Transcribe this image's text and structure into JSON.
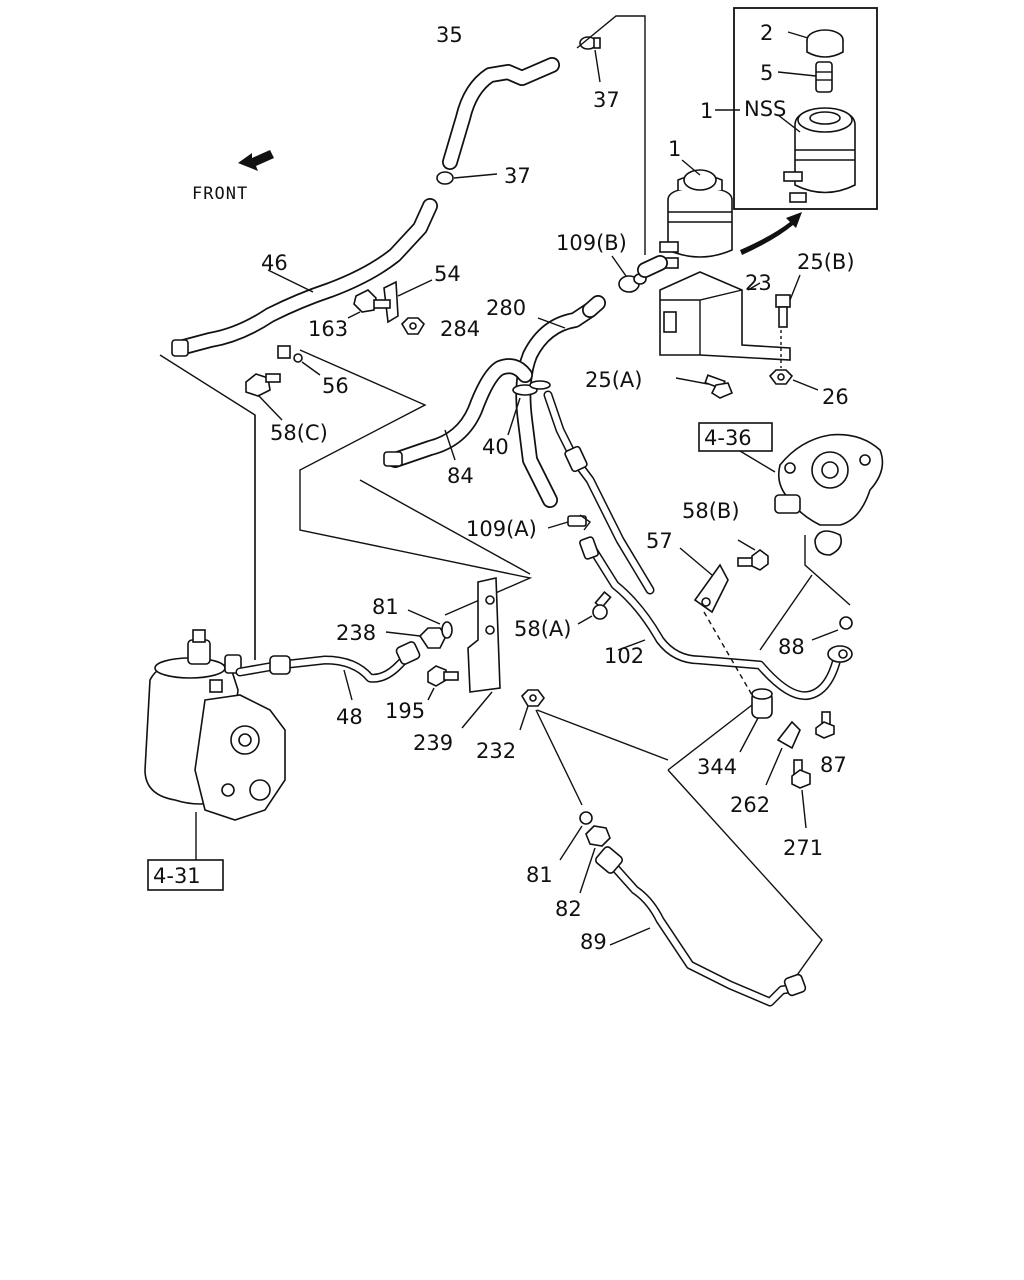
{
  "direction": {
    "text": "FRONT",
    "icon": "arrow-front-icon"
  },
  "inset": {
    "label": "NSS",
    "marker": "1"
  },
  "references": [
    {
      "id": "ref-4-36",
      "text": "4-36"
    },
    {
      "id": "ref-4-31",
      "text": "4-31"
    }
  ],
  "callouts": [
    {
      "id": "c35",
      "text": "35"
    },
    {
      "id": "c37a",
      "text": "37"
    },
    {
      "id": "c37b",
      "text": "37"
    },
    {
      "id": "c2",
      "text": "2"
    },
    {
      "id": "c5",
      "text": "5"
    },
    {
      "id": "c1",
      "text": "1"
    },
    {
      "id": "c109b",
      "text": "109(B)"
    },
    {
      "id": "c25b",
      "text": "25(B)"
    },
    {
      "id": "c23",
      "text": "23"
    },
    {
      "id": "c46",
      "text": "46"
    },
    {
      "id": "c54",
      "text": "54"
    },
    {
      "id": "c163",
      "text": "163"
    },
    {
      "id": "c284",
      "text": "284"
    },
    {
      "id": "c280",
      "text": "280"
    },
    {
      "id": "c56",
      "text": "56"
    },
    {
      "id": "c58c",
      "text": "58(C)"
    },
    {
      "id": "c25a",
      "text": "25(A)"
    },
    {
      "id": "c26",
      "text": "26"
    },
    {
      "id": "c40",
      "text": "40"
    },
    {
      "id": "c84",
      "text": "84"
    },
    {
      "id": "c109a",
      "text": "109(A)"
    },
    {
      "id": "c58b",
      "text": "58(B)"
    },
    {
      "id": "c57",
      "text": "57"
    },
    {
      "id": "c81a",
      "text": "81"
    },
    {
      "id": "c238",
      "text": "238"
    },
    {
      "id": "c58a",
      "text": "58(A)"
    },
    {
      "id": "c102",
      "text": "102"
    },
    {
      "id": "c88",
      "text": "88"
    },
    {
      "id": "c48",
      "text": "48"
    },
    {
      "id": "c195",
      "text": "195"
    },
    {
      "id": "c239",
      "text": "239"
    },
    {
      "id": "c232",
      "text": "232"
    },
    {
      "id": "c344",
      "text": "344"
    },
    {
      "id": "c87",
      "text": "87"
    },
    {
      "id": "c262",
      "text": "262"
    },
    {
      "id": "c271",
      "text": "271"
    },
    {
      "id": "c81b",
      "text": "81"
    },
    {
      "id": "c82",
      "text": "82"
    },
    {
      "id": "c89",
      "text": "89"
    }
  ]
}
